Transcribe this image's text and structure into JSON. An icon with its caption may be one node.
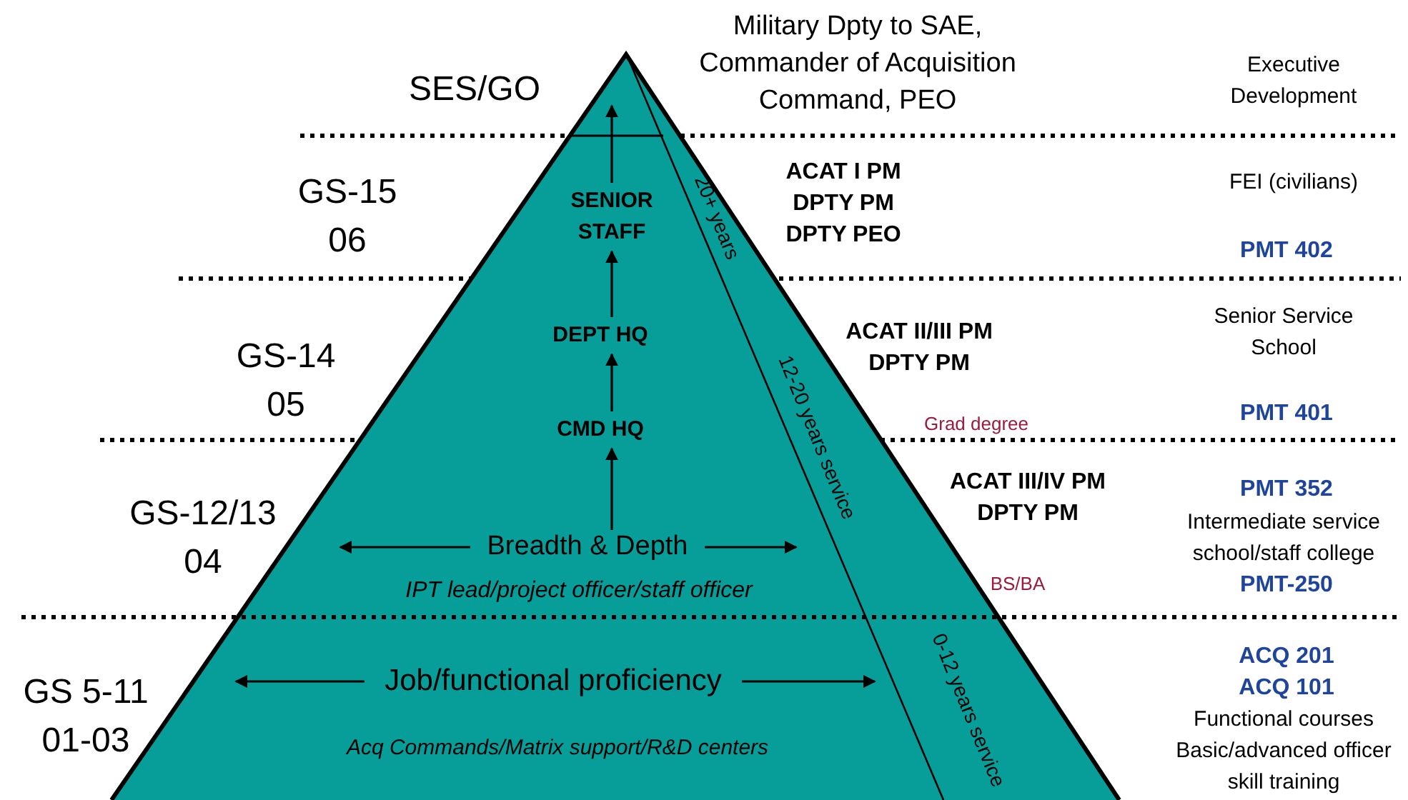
{
  "diagram": {
    "nodes": [
      {
        "text": [
          "SENIOR STAFF"
        ]
      },
      {
        "text": [
          "DEPT HQ"
        ]
      },
      {
        "text": [
          "CMD HQ"
        ]
      },
      {
        "text": [
          "Breadth & Depth"
        ]
      },
      {
        "text": [
          "Job/functional proficiency"
        ]
      }
    ],
    "edges": [
      {
        "from": 2,
        "to": 1,
        "arrow": "to"
      },
      {
        "from": 1,
        "to": 0,
        "arrow": "to"
      },
      {
        "from": 0,
        "to": null,
        "arrow": "to"
      },
      {
        "from": 3,
        "to": 2,
        "arrow": "to"
      },
      {
        "from": 3,
        "to": null,
        "arrow": "to"
      },
      {
        "from": 3,
        "to": null,
        "arrow": "to"
      },
      {
        "from": 4,
        "to": null,
        "arrow": "to"
      },
      {
        "from": 4,
        "to": null,
        "arrow": "to"
      }
    ],
    "labels": [
      "SES/GO",
      "Military Dpty to SAE, Commander of Acquisition Command, PEO",
      "Executive Development",
      "GS-15 06",
      "20+ years",
      "ACAT I PM DPTY PM DPTY PEO",
      "FEI (civilians)",
      "PMT 402",
      "GS-14 05",
      "12-20 years service",
      "ACAT II/III PM DPTY PM",
      "Senior Service School",
      "Grad degree",
      "PMT 401",
      "GS-12/13 04",
      "ACAT III/IV PM DPTY PM",
      "PMT 352",
      "Intermediate service school/staff college",
      "IPT lead/project officer/staff officer",
      "BS/BA",
      "PMT-250",
      "GS 5-11 01-03",
      "0-12 years service",
      "ACQ 201 ACQ 101",
      "Functional courses Basic/advanced officer skill training",
      "Acq Commands/Matrix support/R&D centers"
    ]
  }
}
